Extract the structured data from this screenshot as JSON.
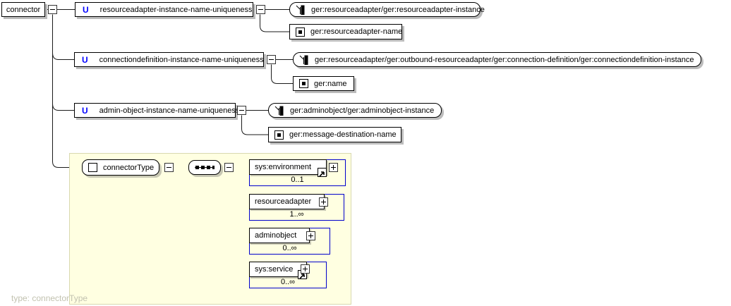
{
  "root": {
    "label": "connector"
  },
  "constraints": [
    {
      "badge": "U",
      "label": "resourceadapter-instance-name-uniqueness",
      "selector": "ger:resourceadapter/ger:resourceadapter-instance",
      "field": "ger:resourceadapter-name"
    },
    {
      "badge": "U",
      "label": "connectiondefinition-instance-name-uniqueness",
      "selector": "ger:resourceadapter/ger:outbound-resourceadapter/ger:connection-definition/ger:connectiondefinition-instance",
      "field": "ger:name"
    },
    {
      "badge": "U",
      "label": "admin-object-instance-name-uniqueness",
      "selector": "ger:adminobject/ger:adminobject-instance",
      "field": "ger:message-destination-name"
    }
  ],
  "content_model": {
    "type_name": "connectorType",
    "compositor": "sequence",
    "footer_label": "type: connectorType",
    "children": [
      {
        "label": "sys:environment",
        "cardinality": "0..1"
      },
      {
        "label": "resourceadapter",
        "cardinality": "1..∞"
      },
      {
        "label": "adminobject",
        "cardinality": "0..∞"
      },
      {
        "label": "sys:service",
        "cardinality": "0..∞"
      }
    ]
  },
  "colors": {
    "badge_blue": "#0000ff",
    "element_border_blue": "#0000cc",
    "panel_yellow": "#ffffe1"
  }
}
